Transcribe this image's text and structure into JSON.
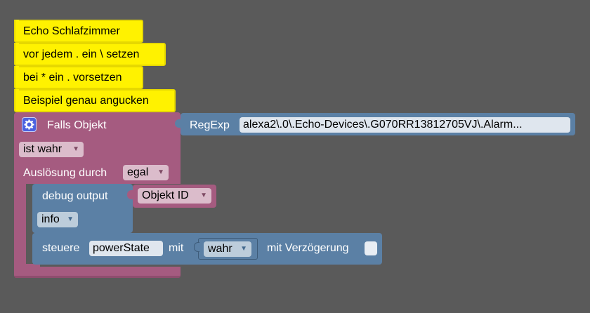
{
  "comments": [
    "Echo Schlafzimmer",
    "vor jedem . ein \\ setzen",
    "bei * ein . vorsetzen",
    "Beispiel genau angucken"
  ],
  "trigger": {
    "label": "Falls Objekt",
    "condition": "ist wahr",
    "trigger_by_label": "Auslösung durch",
    "trigger_by_value": "egal"
  },
  "regexp": {
    "label": "RegExp",
    "value": "alexa2\\.0\\.Echo-Devices\\.G070RR13812705VJ\\.Alarm..."
  },
  "debug": {
    "label": "debug output",
    "value_block": "Objekt ID",
    "level": "info"
  },
  "control": {
    "label": "steuere",
    "state": "powerState",
    "with_label": "mit",
    "value": "wahr",
    "delay_label": "mit Verzögerung"
  },
  "colors": {
    "trigger_block": "#a55b80",
    "control_block": "#5b80a5",
    "comment_block": "#fff200",
    "workspace": "#5a5a5a"
  }
}
